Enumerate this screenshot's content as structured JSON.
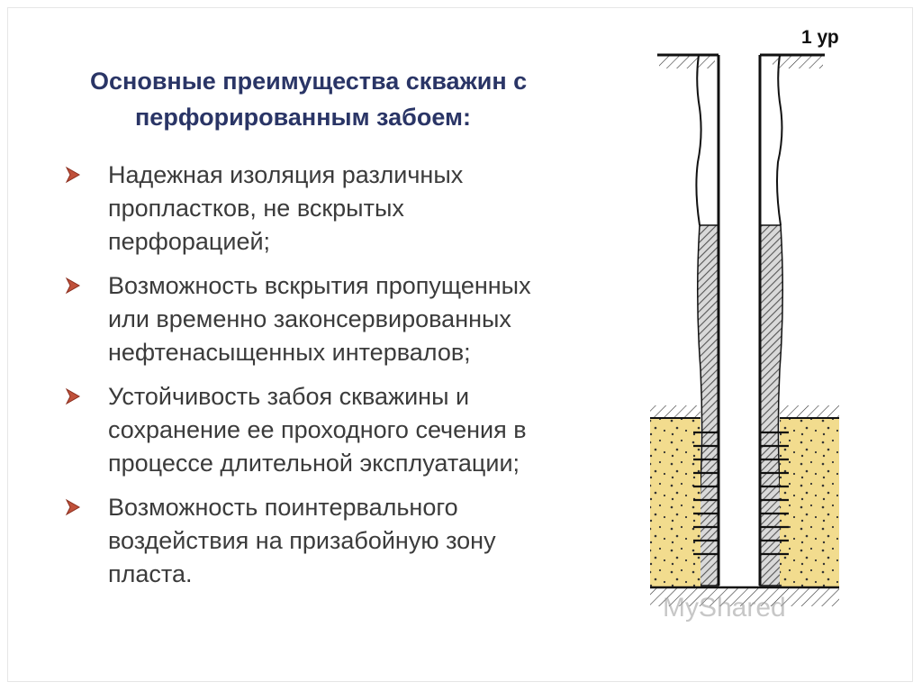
{
  "title": {
    "line1": "Основные преимущества скважин с",
    "line2": "перфорированным забоем:"
  },
  "bullets": [
    {
      "text": "Надежная изоляция различных\nпропластков, не вскрытых\nперфорацией;"
    },
    {
      "text": "Возможность вскрытия пропущенных\nили временно законсервированных\nнефтенасыщенных интервалов;"
    },
    {
      "text": "Устойчивость забоя скважины и\nсохранение ее проходного сечения в\nпроцессе длительной эксплуатации;"
    },
    {
      "text": "Возможность поинтервального\nвоздействия на призабойную зону\nпласта."
    }
  ],
  "diagram": {
    "level_label": "1 ур",
    "colors": {
      "formation": "#f2dc8e",
      "cement": "#8c8c8c",
      "outline": "#111111",
      "bullet_marker": "#c0503a",
      "title": "#2a3566"
    }
  },
  "watermark": {
    "text": "MyShared"
  }
}
